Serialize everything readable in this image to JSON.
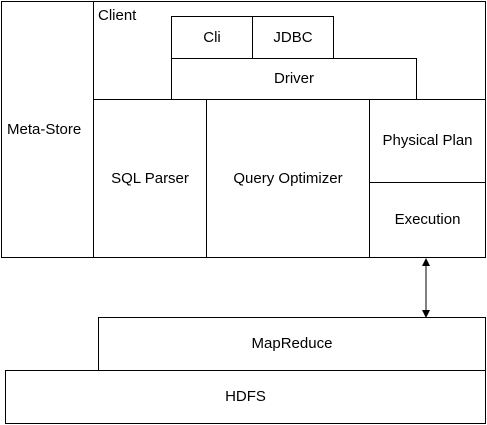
{
  "diagram": {
    "outer": {
      "meta_store": "Meta-Store",
      "client": "Client"
    },
    "client_components": {
      "cli": "Cli",
      "jdbc": "JDBC",
      "driver": "Driver"
    },
    "engine": {
      "sql_parser": "SQL Parser",
      "query_optimizer": "Query Optimizer",
      "physical_plan": "Physical Plan",
      "execution": "Execution"
    },
    "backend": {
      "mapreduce": "MapReduce",
      "hdfs": "HDFS"
    },
    "colors": {
      "stroke": "#000000",
      "fill": "#ffffff"
    },
    "connector": {
      "type": "bidirectional-arrow",
      "from": "execution",
      "to": "mapreduce"
    }
  }
}
